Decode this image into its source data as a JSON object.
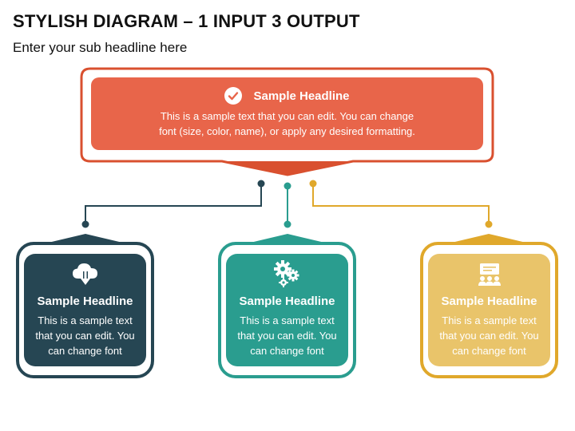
{
  "slide": {
    "title": "STYLISH DIAGRAM – 1 INPUT 3 OUTPUT",
    "subtitle": "Enter your sub headline here"
  },
  "input": {
    "headline": "Sample Headline",
    "body_line1": "This is a sample text that you can edit. You can change",
    "body_line2": "font (size, color, name), or apply any desired formatting.",
    "icon": "check-circle-icon",
    "color": "#E8654A"
  },
  "outputs": [
    {
      "headline": "Sample Headline",
      "line1": "This is a sample text",
      "line2": "that you can edit. You",
      "line3": "can change font",
      "icon": "cloud-download-icon",
      "color": "#264653"
    },
    {
      "headline": "Sample Headline",
      "line1": "This is a sample text",
      "line2": "that you can edit. You",
      "line3": "can change font",
      "icon": "gears-icon",
      "color": "#2A9D8F"
    },
    {
      "headline": "Sample Headline",
      "line1": "This is a sample text",
      "line2": "that you can edit. You",
      "line3": "can change font",
      "icon": "presentation-audience-icon",
      "color": "#E9C46A"
    }
  ],
  "colors": {
    "input_border": "#D9502F",
    "output1_border": "#264653",
    "output2_border": "#2A9D8F",
    "output3_border": "#E0A82B"
  }
}
